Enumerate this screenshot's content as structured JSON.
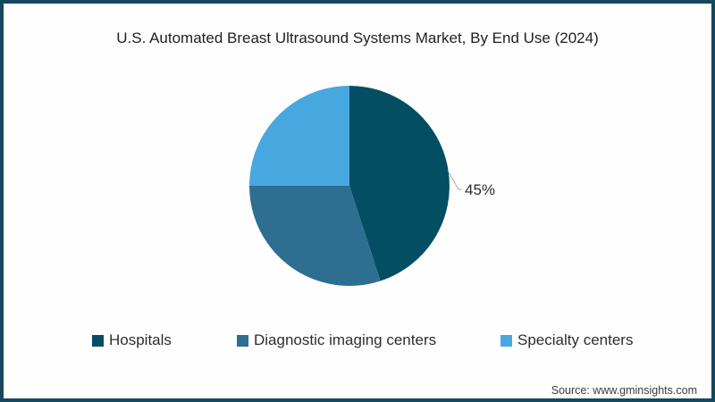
{
  "page": {
    "source": "Source: www.gminsights.com"
  },
  "chart_data": {
    "type": "pie",
    "title": "U.S. Automated Breast Ultrasound Systems Market, By End Use (2024)",
    "legend_position": "bottom",
    "direction": "clockwise",
    "start_angle_deg": 0,
    "slices": [
      {
        "label": "Hospitals",
        "value": 45,
        "display_label": "45%",
        "color": "#044e63"
      },
      {
        "label": "Diagnostic imaging centers",
        "value": 30,
        "display_label": "",
        "color": "#2e6e90"
      },
      {
        "label": "Specialty centers",
        "value": 25,
        "display_label": "",
        "color": "#47a8e0"
      }
    ]
  },
  "colors": {
    "frame_border": "#16475c",
    "background": "#fefefe",
    "title_text": "#1f1f1f",
    "legend_text": "#2e2e2e",
    "label_text": "#2b2b2b",
    "connector_line": "#a8a8a8"
  }
}
